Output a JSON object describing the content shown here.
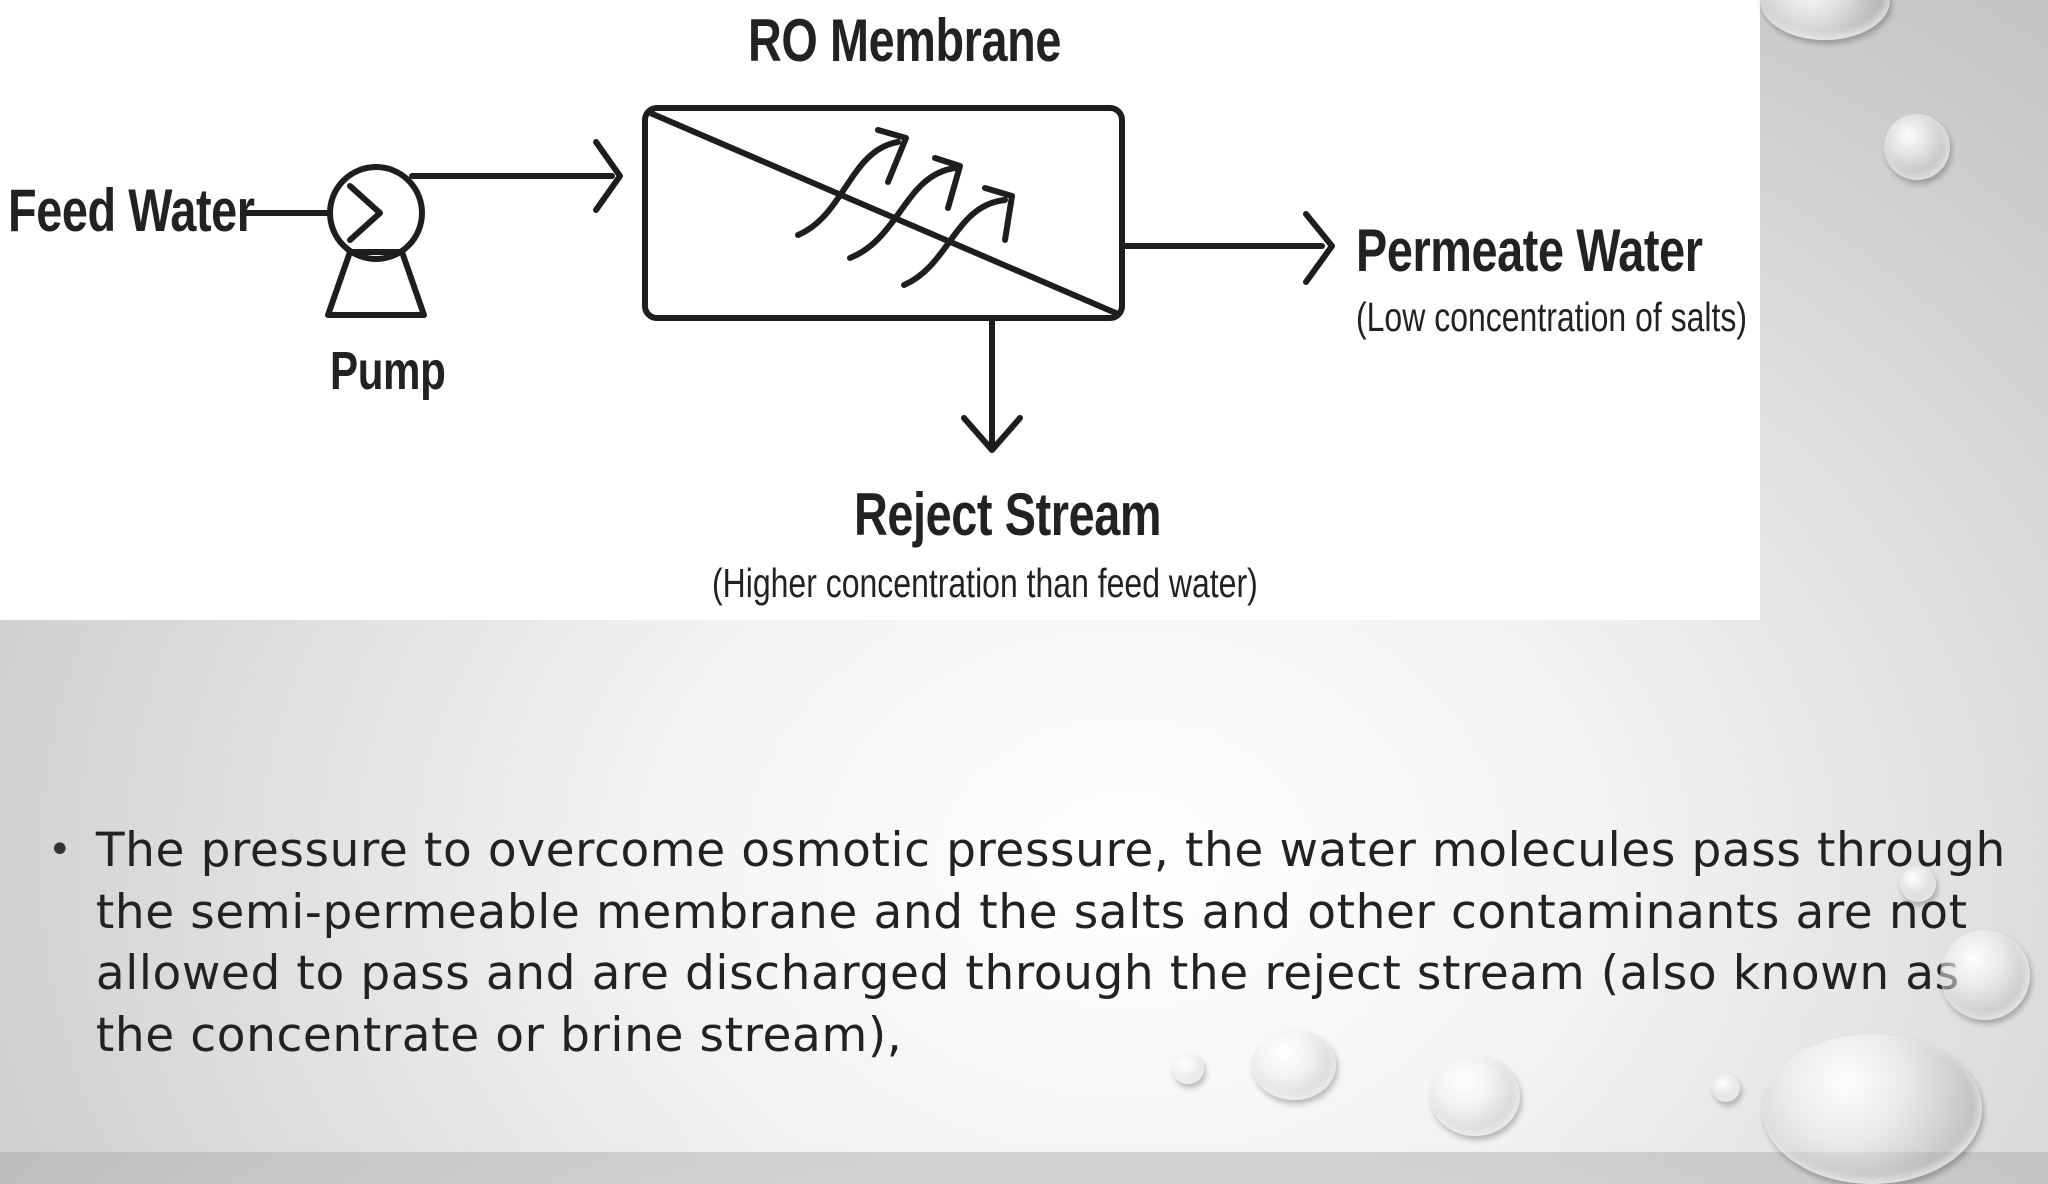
{
  "diagram": {
    "title": "RO Membrane",
    "feed_label": "Feed Water",
    "pump_label": "Pump",
    "permeate_label": "Permeate Water",
    "permeate_sub": "(Low concentration of salts)",
    "reject_label": "Reject Stream",
    "reject_sub": "(Higher concentration than feed water)"
  },
  "bullet": {
    "marker": "•",
    "text": "The pressure to overcome osmotic pressure, the water molecules pass through the semi-permeable membrane and the salts and other contaminants are not allowed to pass and are discharged through the reject stream (also known as the concentrate or brine stream),"
  },
  "colors": {
    "line": "#1e1e1e",
    "text": "#222222"
  }
}
